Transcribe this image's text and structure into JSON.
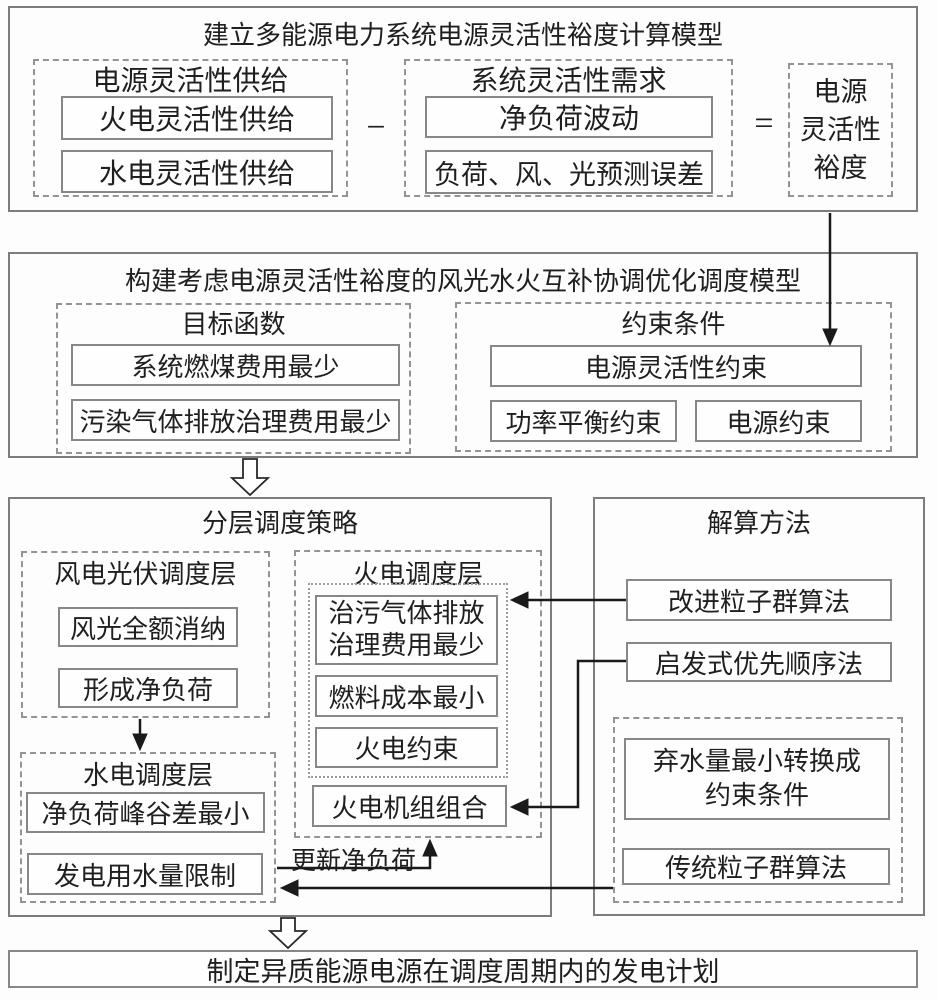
{
  "section1": {
    "title": "建立多能源电力系统电源灵活性裕度计算模型",
    "supply": {
      "title": "电源灵活性供给",
      "item1": "火电灵活性供给",
      "item2": "水电灵活性供给"
    },
    "minus": "−",
    "demand": {
      "title": "系统灵活性需求",
      "item1": "净负荷波动",
      "item2": "负荷、风、光预测误差"
    },
    "equals": "=",
    "margin": {
      "line1": "电源",
      "line2": "灵活性",
      "line3": "裕度"
    }
  },
  "section2": {
    "title": "构建考虑电源灵活性裕度的风光水火互补协调优化调度模型",
    "objective": {
      "title": "目标函数",
      "item1": "系统燃煤费用最少",
      "item2": "污染气体排放治理费用最少"
    },
    "constraint": {
      "title": "约束条件",
      "item1": "电源灵活性约束",
      "item2": "功率平衡约束",
      "item3": "电源约束"
    }
  },
  "section3": {
    "title": "分层调度策略",
    "wind": {
      "title": "风电光伏调度层",
      "item1": "风光全额消纳",
      "item2": "形成净负荷"
    },
    "thermal": {
      "title": "火电调度层",
      "obj_line1": "治污气体排放",
      "obj_line2": "治理费用最少",
      "item2": "燃料成本最小",
      "item3": "火电约束",
      "unit": "火电机组组合"
    },
    "hydro": {
      "title": "水电调度层",
      "item1": "净负荷峰谷差最小",
      "item2": "发电用水量限制"
    },
    "feedback_label": "更新净负荷"
  },
  "section4": {
    "title": "解算方法",
    "item1": "改进粒子群算法",
    "item2": "启发式优先顺序法",
    "sub": {
      "line1": "弃水量最小转换成",
      "line2": "约束条件",
      "item": "传统粒子群算法"
    }
  },
  "bottom": {
    "title": "制定异质能源电源在调度周期内的发电计划"
  },
  "colors": {
    "border": "#7d7d7d",
    "cell_border": "#878787",
    "dashed": "#949494",
    "arrow": "#1a1a1a",
    "text": "#1f1f1f"
  }
}
